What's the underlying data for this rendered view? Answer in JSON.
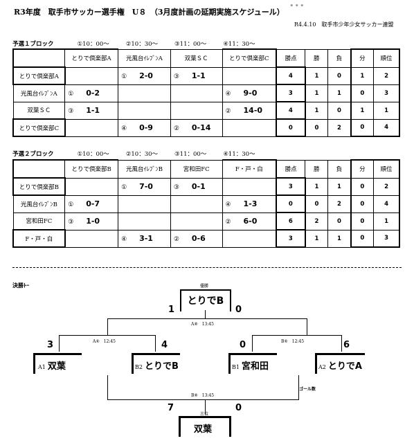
{
  "header": {
    "title": "R3年度　取手市サッカー選手権　U８　（3月度計画の延期実施スケジュール）",
    "dots": "•••",
    "date_org": "R4.4.10　取手市少年少女サッカー連盟"
  },
  "block1": {
    "name": "予選１ブロック",
    "times": [
      "①10：00～",
      "②10：30～",
      "③11：00～",
      "④11：30～"
    ],
    "columns": [
      "",
      "とりで倶楽部A",
      "光風台ｲﾚﾌﾞﾝA",
      "双葉ＳＣ",
      "とりで倶楽部C",
      "勝点",
      "勝",
      "負",
      "分",
      "順位"
    ],
    "rows": [
      {
        "team": "とりで倶楽部A",
        "cells": [
          {
            "m": "",
            "s": ""
          },
          {
            "m": "①",
            "s": "2-0"
          },
          {
            "m": "③",
            "s": "1-1"
          },
          {
            "m": "",
            "s": ""
          }
        ],
        "pts": "4",
        "w": "1",
        "l": "0",
        "d": "1",
        "rank": "2"
      },
      {
        "team": "光風台ｲﾚﾌﾞﾝA",
        "cells": [
          {
            "m": "①",
            "s": "0-2"
          },
          {
            "m": "",
            "s": ""
          },
          {
            "m": "",
            "s": ""
          },
          {
            "m": "④",
            "s": "9-0"
          }
        ],
        "pts": "3",
        "w": "1",
        "l": "1",
        "d": "0",
        "rank": "3"
      },
      {
        "team": "双葉ＳＣ",
        "cells": [
          {
            "m": "③",
            "s": "1-1"
          },
          {
            "m": "",
            "s": ""
          },
          {
            "m": "",
            "s": ""
          },
          {
            "m": "②",
            "s": "14-0"
          }
        ],
        "pts": "4",
        "w": "1",
        "l": "0",
        "d": "1",
        "rank": "1"
      },
      {
        "team": "とりで倶楽部C",
        "cells": [
          {
            "m": "",
            "s": ""
          },
          {
            "m": "④",
            "s": "0-9"
          },
          {
            "m": "②",
            "s": "0-14"
          },
          {
            "m": "",
            "s": ""
          }
        ],
        "pts": "0",
        "w": "0",
        "l": "2",
        "d": "0",
        "rank": "4"
      }
    ]
  },
  "block2": {
    "name": "予選２ブロック",
    "times": [
      "①10：00～",
      "②10：30～",
      "③11：00～",
      "④11：30～"
    ],
    "columns": [
      "",
      "とりで倶楽部B",
      "光風台ｲﾚﾌﾞﾝB",
      "宮和田FC",
      "F・戸・白",
      "勝点",
      "勝",
      "負",
      "分",
      "順位"
    ],
    "rows": [
      {
        "team": "とりで倶楽部B",
        "cells": [
          {
            "m": "",
            "s": ""
          },
          {
            "m": "①",
            "s": "7-0"
          },
          {
            "m": "③",
            "s": "0-1"
          },
          {
            "m": "",
            "s": ""
          }
        ],
        "pts": "3",
        "w": "1",
        "l": "1",
        "d": "0",
        "rank": "2"
      },
      {
        "team": "光風台ｲﾚﾌﾞﾝB",
        "cells": [
          {
            "m": "①",
            "s": "0-7"
          },
          {
            "m": "",
            "s": ""
          },
          {
            "m": "",
            "s": ""
          },
          {
            "m": "④",
            "s": "1-3"
          }
        ],
        "pts": "0",
        "w": "0",
        "l": "2",
        "d": "0",
        "rank": "4"
      },
      {
        "team": "宮和田FC",
        "cells": [
          {
            "m": "③",
            "s": "1-0"
          },
          {
            "m": "",
            "s": ""
          },
          {
            "m": "",
            "s": ""
          },
          {
            "m": "②",
            "s": "6-0"
          }
        ],
        "pts": "6",
        "w": "2",
        "l": "0",
        "d": "0",
        "rank": "1"
      },
      {
        "team": "F・戸・白",
        "cells": [
          {
            "m": "",
            "s": ""
          },
          {
            "m": "④",
            "s": "3-1"
          },
          {
            "m": "②",
            "s": "0-6"
          },
          {
            "m": "",
            "s": ""
          }
        ],
        "pts": "3",
        "w": "1",
        "l": "1",
        "d": "0",
        "rank": "3"
      }
    ]
  },
  "finals": {
    "label": "決勝ﾄｰ",
    "champion_label": "優勝",
    "champion": "とりでB",
    "final_score_left": "1",
    "final_score_right": "0",
    "final_match": "A⑧　13:45",
    "semi1_match": "A⑥　12:45",
    "semi1_score_left": "3",
    "semi1_score_right": "4",
    "semi2_match": "B⑥　12:45",
    "semi2_score_left": "0",
    "semi2_score_right": "6",
    "teams": [
      {
        "seed": "A1",
        "name": "双葉"
      },
      {
        "seed": "B2",
        "name": "とりでB"
      },
      {
        "seed": "B1",
        "name": "宮和田"
      },
      {
        "seed": "A2",
        "name": "とりでA"
      }
    ],
    "third_match": "B⑧　13:45",
    "third_score_left": "7",
    "third_score_right": "0",
    "third_label": "三位",
    "third_winner": "双葉",
    "goal_title": "ゴール数"
  }
}
